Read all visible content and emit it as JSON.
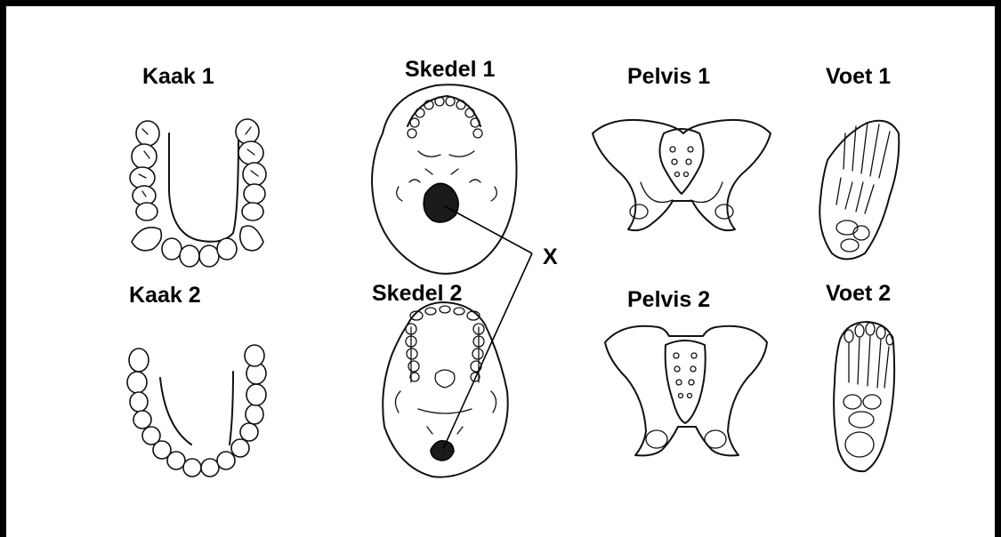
{
  "labels": {
    "kaak1": "Kaak 1",
    "skedel1": "Skedel 1",
    "pelvis1": "Pelvis 1",
    "voet1": "Voet 1",
    "kaak2": "Kaak 2",
    "skedel2": "Skedel 2",
    "pelvis2": "Pelvis 2",
    "voet2": "Voet 2",
    "marker": "X"
  }
}
